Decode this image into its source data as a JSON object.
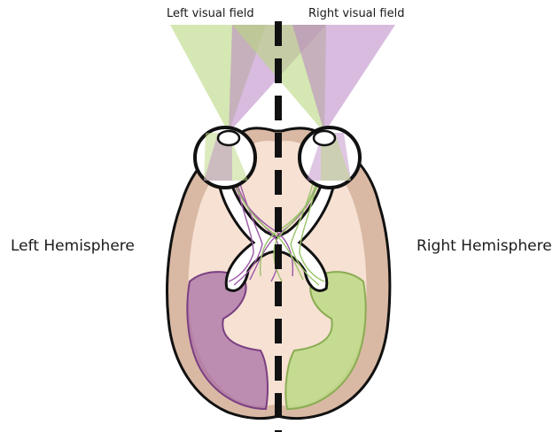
{
  "labels": {
    "left_visual_field": "Left visual field",
    "right_visual_field": "Right visual field",
    "left_hemisphere": "Left Hemisphere",
    "right_hemisphere": "Right Hemisphere"
  },
  "colors": {
    "left_field": "#b9d77e",
    "right_field": "#b883c4",
    "brain_outer": "#d9b9a4",
    "brain_inner": "#f6e1d3",
    "visual_cortex_left": "#a870a6",
    "visual_cortex_right": "#bcd986",
    "outline": "#111111"
  }
}
